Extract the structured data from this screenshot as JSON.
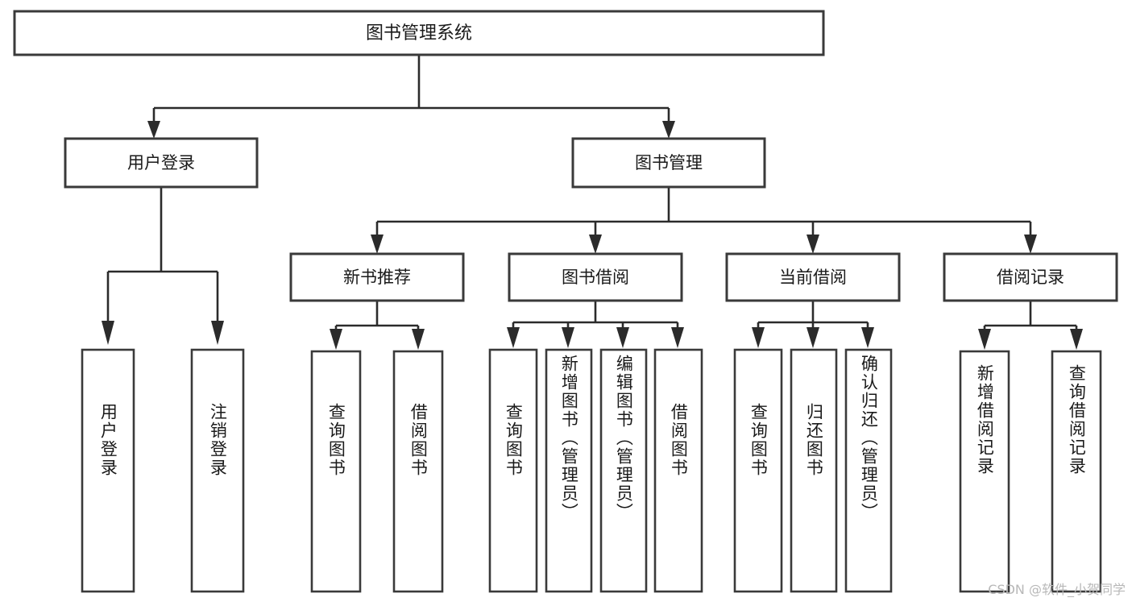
{
  "diagram": {
    "type": "tree",
    "title": "图书管理系统",
    "root": {
      "id": "root",
      "label": "图书管理系统"
    },
    "level2": [
      {
        "id": "user-login",
        "label": "用户登录"
      },
      {
        "id": "book-manage",
        "label": "图书管理"
      }
    ],
    "level3": [
      {
        "id": "new-book-rec",
        "label": "新书推荐",
        "parent": "book-manage"
      },
      {
        "id": "book-borrow",
        "label": "图书借阅",
        "parent": "book-manage"
      },
      {
        "id": "current-borrow",
        "label": "当前借阅",
        "parent": "book-manage"
      },
      {
        "id": "borrow-record",
        "label": "借阅记录",
        "parent": "book-manage"
      }
    ],
    "leaves": {
      "user-login": [
        {
          "id": "leaf-user-login",
          "label": "用户登录"
        },
        {
          "id": "leaf-logout",
          "label": "注销登录"
        }
      ],
      "new-book-rec": [
        {
          "id": "leaf-query-book-1",
          "label": "查询图书"
        },
        {
          "id": "leaf-borrow-book-1",
          "label": "借阅图书"
        }
      ],
      "book-borrow": [
        {
          "id": "leaf-query-book-2",
          "label": "查询图书"
        },
        {
          "id": "leaf-add-book",
          "label": "新增图书（管理员）"
        },
        {
          "id": "leaf-edit-book",
          "label": "编辑图书（管理员）"
        },
        {
          "id": "leaf-borrow-book-2",
          "label": "借阅图书"
        }
      ],
      "current-borrow": [
        {
          "id": "leaf-query-book-3",
          "label": "查询图书"
        },
        {
          "id": "leaf-return-book",
          "label": "归还图书"
        },
        {
          "id": "leaf-confirm-return",
          "label": "确认归还（管理员）"
        }
      ],
      "borrow-record": [
        {
          "id": "leaf-add-record",
          "label": "新增借阅记录"
        },
        {
          "id": "leaf-query-record",
          "label": "查询借阅记录"
        }
      ]
    }
  },
  "watermark": {
    "text": "CSDN @软件_小贺同学"
  },
  "colors": {
    "background": "#ffffff",
    "box_fill": "#ffffff",
    "box_stroke": "#3a3a3a",
    "connector": "#2b2b2b",
    "text": "#1a1a1a",
    "watermark": "#b8b8b8"
  }
}
